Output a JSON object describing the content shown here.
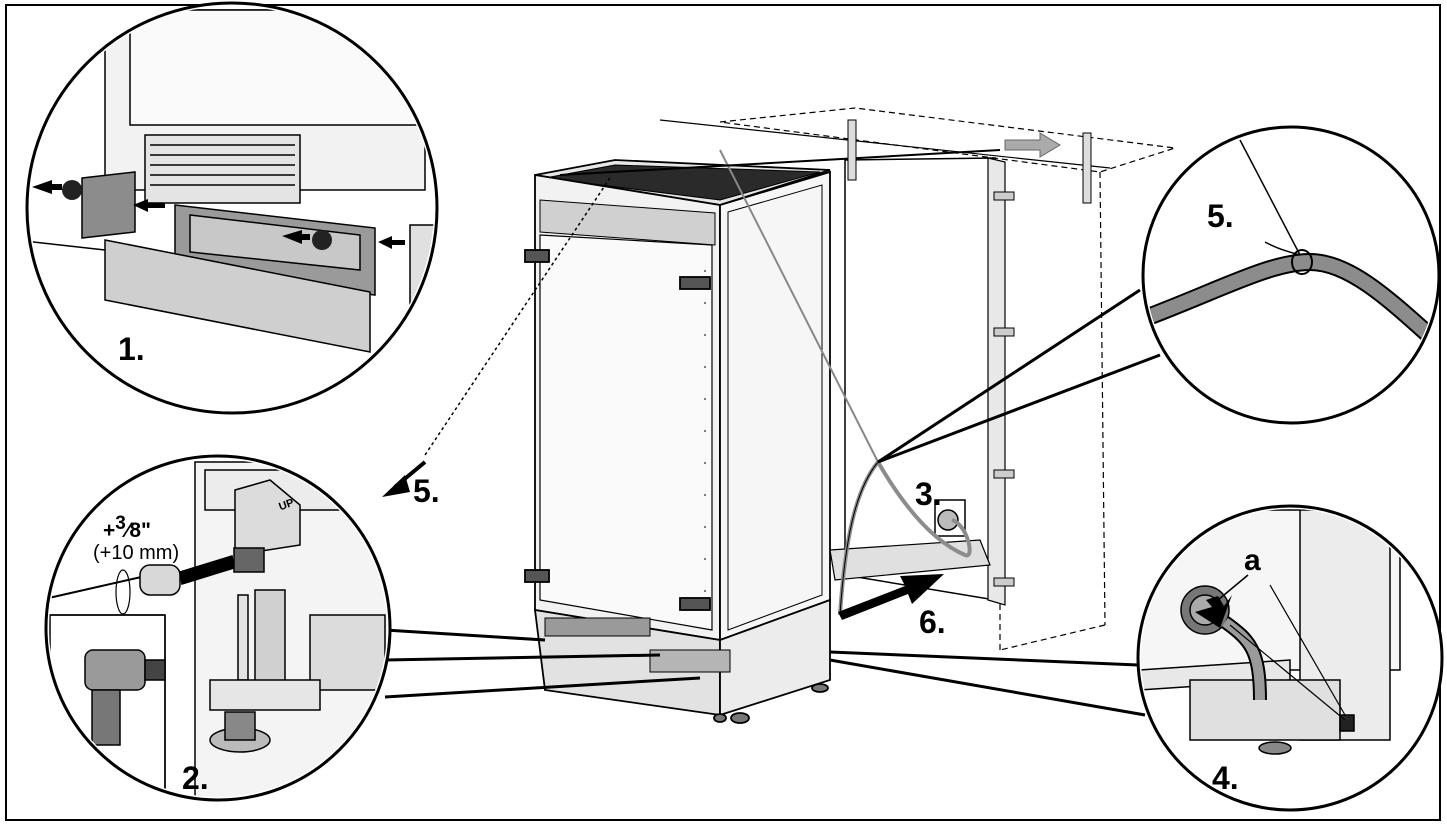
{
  "steps": {
    "s1": "1.",
    "s2": "2.",
    "s3": "3.",
    "s4": "4.",
    "s5_main": "5.",
    "s5_detail": "5.",
    "s6": "6."
  },
  "labels": {
    "adjust_prefix": "+",
    "adjust_num": "3",
    "adjust_den": "8",
    "adjust_unit": "\"",
    "adjust_mm": "(+10 mm)",
    "connector_a": "a",
    "up_mark": "UP"
  },
  "colors": {
    "line": "#000000",
    "fill_light": "#f4f4f4",
    "fill_mid": "#dcdcdc",
    "fill_dark": "#9a9a9a",
    "hose": "#8c8c8c"
  }
}
